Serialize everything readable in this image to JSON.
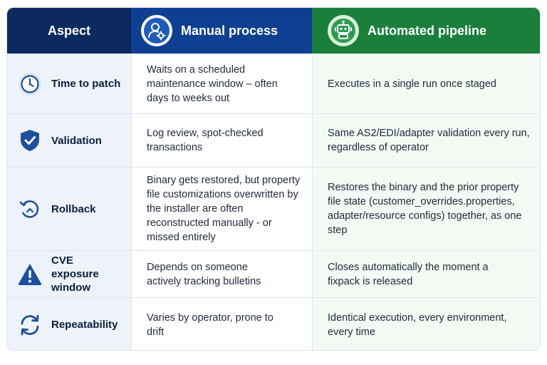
{
  "header": {
    "aspect": "Aspect",
    "manual": "Manual process",
    "automated": "Automated pipeline"
  },
  "rows": [
    {
      "aspect": "Time to patch",
      "icon": "clock-icon",
      "manual": "Waits on a scheduled maintenance window – often days to weeks out",
      "automated": "Executes in a single run once staged"
    },
    {
      "aspect": "Validation",
      "icon": "shield-check-icon",
      "manual": "Log review, spot-checked transactions",
      "automated": "Same AS2/EDI/adapter validation every run, regardless of operator"
    },
    {
      "aspect": "Rollback",
      "icon": "rollback-icon",
      "manual": "Binary gets restored, but property file customizations overwritten by the installer are often reconstructed manually - or missed entirely",
      "automated": "Restores the binary and the prior property file state (customer_overrides.properties, adapter/resource configs) together, as one step"
    },
    {
      "aspect": "CVE exposure window",
      "icon": "warning-icon",
      "manual": "Depends on someone actively tracking bulletins",
      "automated": "Closes automatically the moment a fixpack is released"
    },
    {
      "aspect": "Repeatability",
      "icon": "repeat-icon",
      "manual": "Varies by operator, prone to drift",
      "automated": "Identical execution, every environment, every time"
    }
  ],
  "colors": {
    "aspect_header": "#0c2a5e",
    "manual_header": "#0e3f93",
    "automated_header": "#1a7f3a",
    "icon_blue": "#1d4fa0"
  }
}
